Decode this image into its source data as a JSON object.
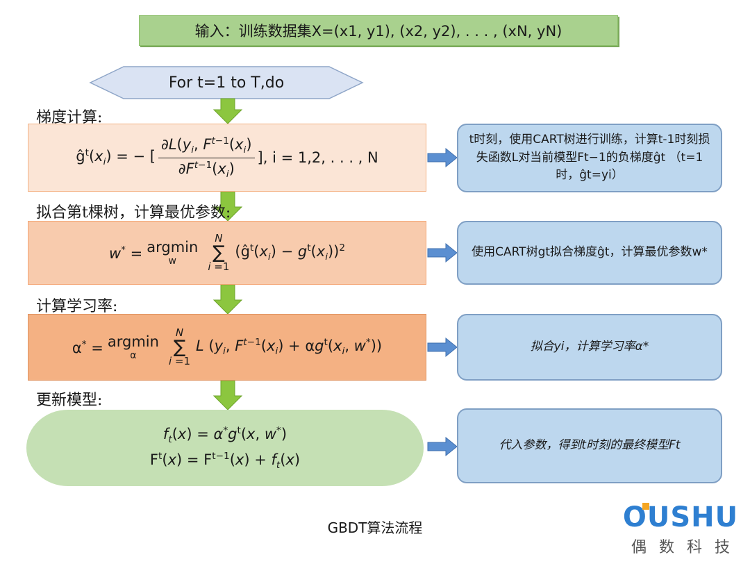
{
  "input_text": "输入：训练数据集X=(x1, y1), (x2, y2), . . . , (xN, yN)",
  "for_loop": "For t=1 to T,do",
  "sections": {
    "gradient": "梯度计算:",
    "fit_tree": "拟合第t棵树，计算最优参数:",
    "learning_rate": "计算学习率:",
    "update": "更新模型:"
  },
  "formulas": {
    "f1_lhs": "ĝ",
    "f1_tail": ", i = 1,2, . . . , N",
    "f2_lhs": "w",
    "f3_lhs": "α",
    "f4_line1": "f",
    "f4_line2": "F"
  },
  "notes": {
    "n1": "t时刻，使用CART树进行训练，计算t-1时刻损失函数L对当前模型Ft−1的负梯度ĝt （t=1时，ĝt=yi）",
    "n2": "使用CART树gt拟合梯度ĝt，计算最优参数w*",
    "n3": "拟合yi，计算学习率α*",
    "n4": "代入参数，得到t时刻的最终模型Ft"
  },
  "caption": "GBDT算法流程",
  "logo": {
    "main": "OUSHU",
    "sub": "偶数科技",
    "accent_color": "#f5a623",
    "brand_color": "#2e7fd1"
  },
  "colors": {
    "input_fill": "#a9d18e",
    "hex_fill": "#dae3f3",
    "arrow_green": "#8cc63f",
    "arrow_blue": "#5b8fd1",
    "note_fill": "#bdd7ee"
  }
}
